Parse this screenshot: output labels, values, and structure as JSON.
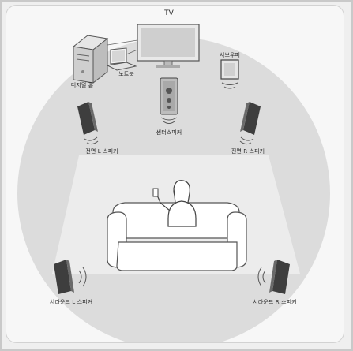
{
  "labels": {
    "tv": "TV",
    "digital_home": "디지털 홈",
    "laptop": "노트북",
    "subwoofer": "서브우퍼",
    "center_speaker": "센터스피커",
    "front_l": "전면 L 스피커",
    "front_r": "전면 R 스피커",
    "surround_l": "서라운드 L 스피커",
    "surround_r": "서라운드 R 스피커"
  },
  "colors": {
    "room_circle": "#dcdcdc",
    "sound_field": "#eeeeee",
    "device_dark": "#3e3e3e",
    "outline": "#555555"
  }
}
